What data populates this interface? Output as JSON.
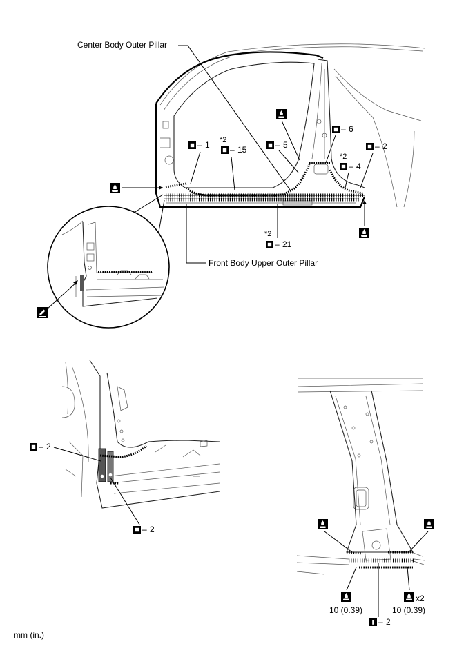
{
  "labels": {
    "center_pillar": "Center Body Outer Pillar",
    "front_pillar": "Front Body Upper Outer Pillar",
    "star2": "*2",
    "dash": "–",
    "units": "mm (in.)",
    "times2": "x2",
    "torque": "10 (0.39)"
  },
  "callouts": {
    "c1": "1",
    "c15": "15",
    "c5": "5",
    "c6": "6",
    "c4": "4",
    "c2": "2",
    "c21": "21",
    "bl_top": "2",
    "bl_bottom": "2",
    "br_bottom": "2"
  },
  "icons": {
    "spot_weld": "square-dot-icon",
    "brazing": "square-bar-icon",
    "sealer": "sealer-bottle-icon",
    "pencil": "pencil-icon"
  }
}
